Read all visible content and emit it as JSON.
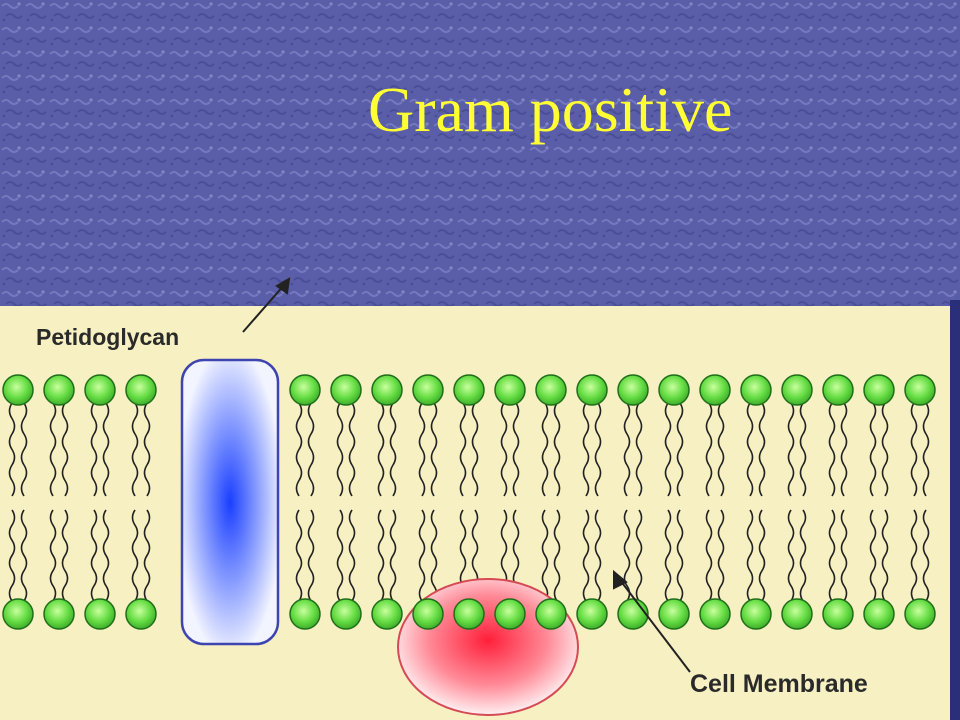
{
  "slide": {
    "title": "Gram positive"
  },
  "diagram": {
    "labels": {
      "peptidoglycan": "Petidoglycan",
      "cell_membrane": "Cell Membrane"
    },
    "colors": {
      "background_texture": "#5a5ea8",
      "title": "#ffff33",
      "membrane_panel": "#f6f0c2",
      "phospholipid_head": "#66dd44",
      "transmembrane_protein": "#3355ee",
      "peripheral_protein": "#ee2233",
      "slide_edge": "#2a2f7a"
    }
  }
}
